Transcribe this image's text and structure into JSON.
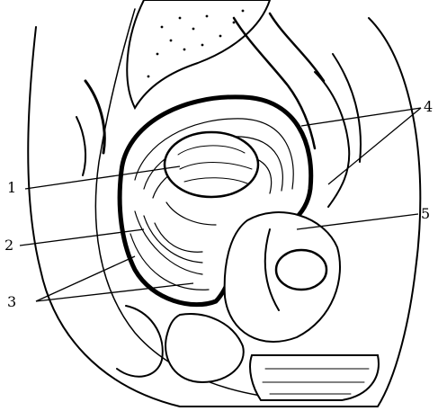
{
  "figure": {
    "callouts": [
      {
        "id": "1",
        "label": "1"
      },
      {
        "id": "2",
        "label": "2"
      },
      {
        "id": "3",
        "label": "3"
      },
      {
        "id": "4",
        "label": "4"
      },
      {
        "id": "5",
        "label": "5"
      }
    ],
    "colors": {
      "ink": "#000000",
      "paper": "#ffffff"
    }
  }
}
